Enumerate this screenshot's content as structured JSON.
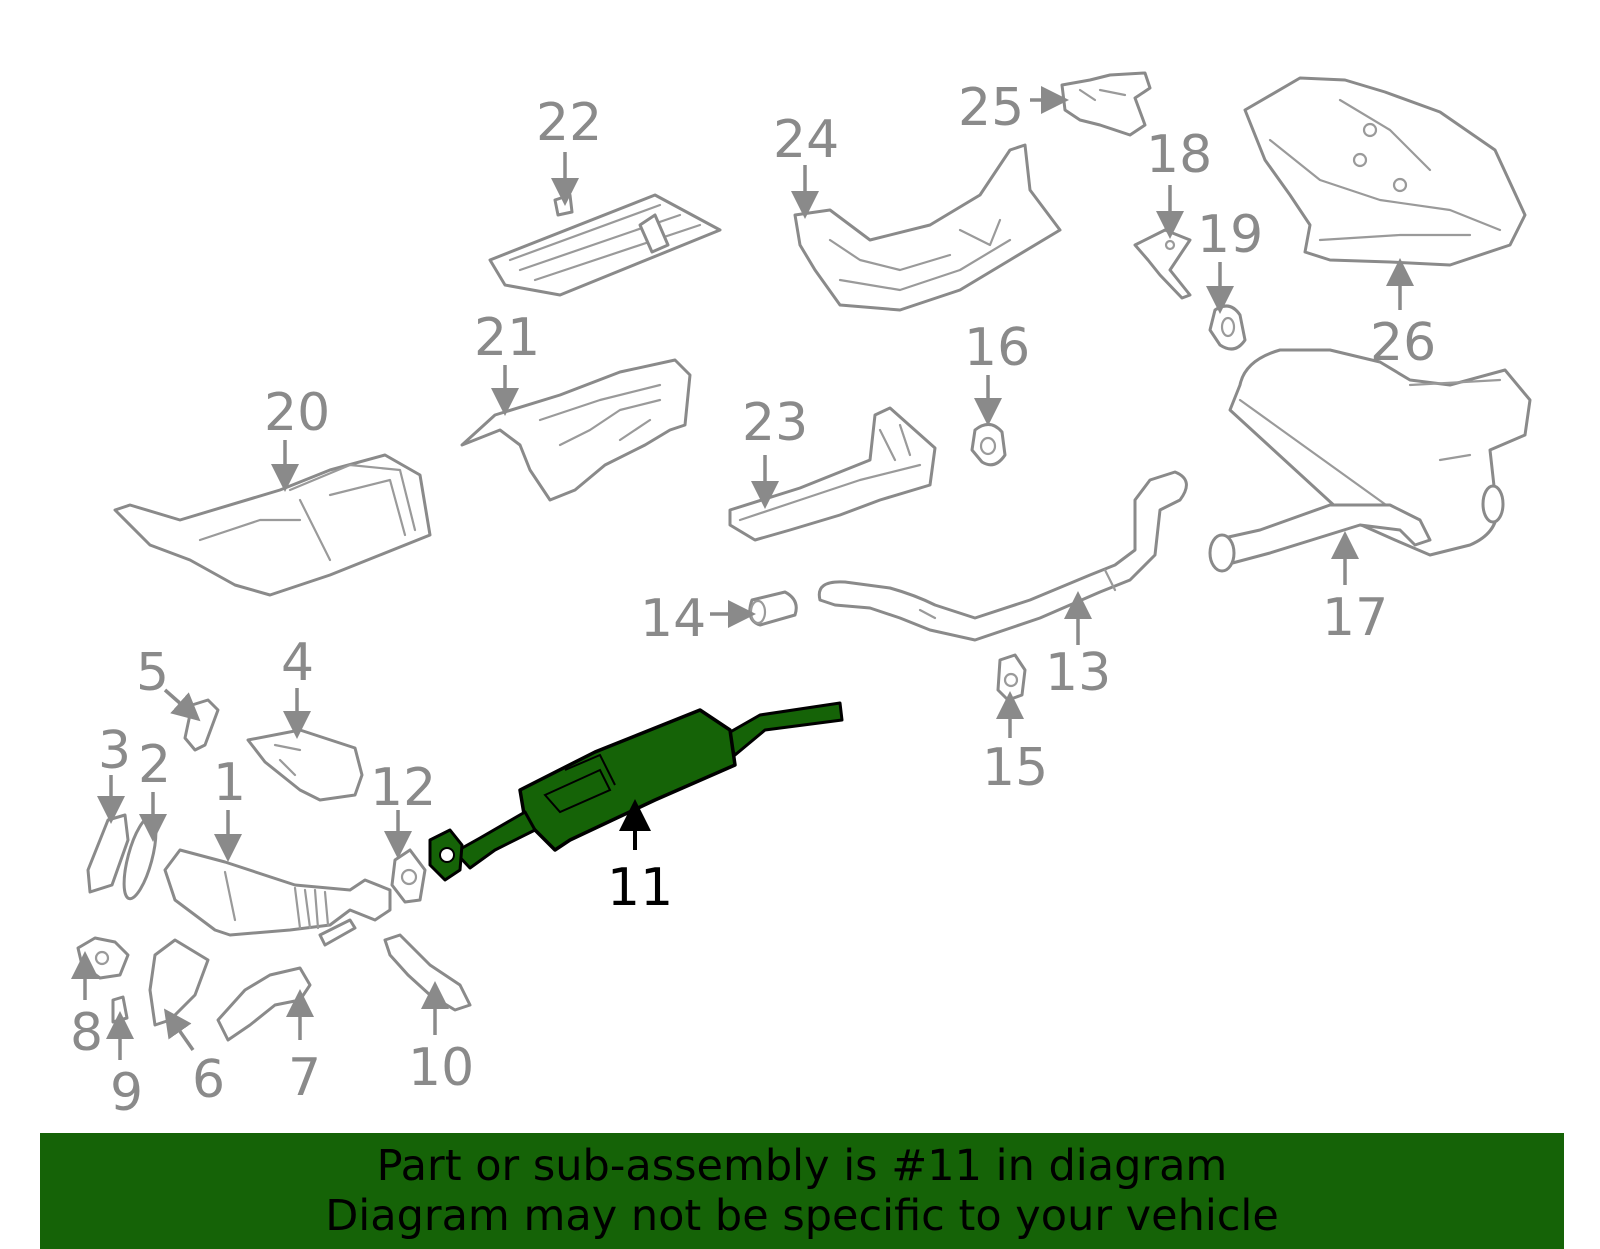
{
  "diagram": {
    "highlighted_part": "11",
    "highlight_color": "#156307",
    "line_color": "#8a8a8a",
    "callouts": [
      "1",
      "2",
      "3",
      "4",
      "5",
      "6",
      "7",
      "8",
      "9",
      "10",
      "11",
      "12",
      "13",
      "14",
      "15",
      "16",
      "17",
      "18",
      "19",
      "20",
      "21",
      "22",
      "23",
      "24",
      "25",
      "26"
    ]
  },
  "banner": {
    "line1": "Part or sub-assembly is #11 in diagram",
    "line2": "Diagram may not be specific to your vehicle",
    "background": "#156307"
  }
}
